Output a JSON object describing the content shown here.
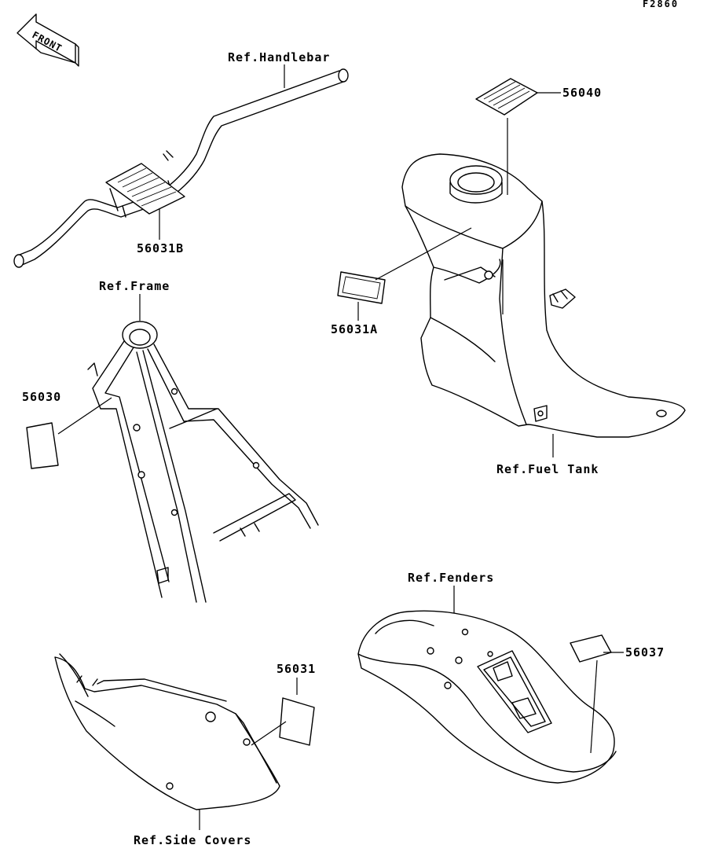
{
  "drawing_code": "F2860",
  "front_arrow": {
    "text": "FRONT",
    "icon": "front-direction-arrow-icon"
  },
  "refs": {
    "handlebar": "Ref.Handlebar",
    "frame": "Ref.Frame",
    "fuel_tank": "Ref.Fuel Tank",
    "fenders": "Ref.Fenders",
    "side_covers": "Ref.Side Covers"
  },
  "parts": {
    "p56031B": "56031B",
    "p56040": "56040",
    "p56031A": "56031A",
    "p56030": "56030",
    "p56031": "56031",
    "p56037": "56037"
  }
}
